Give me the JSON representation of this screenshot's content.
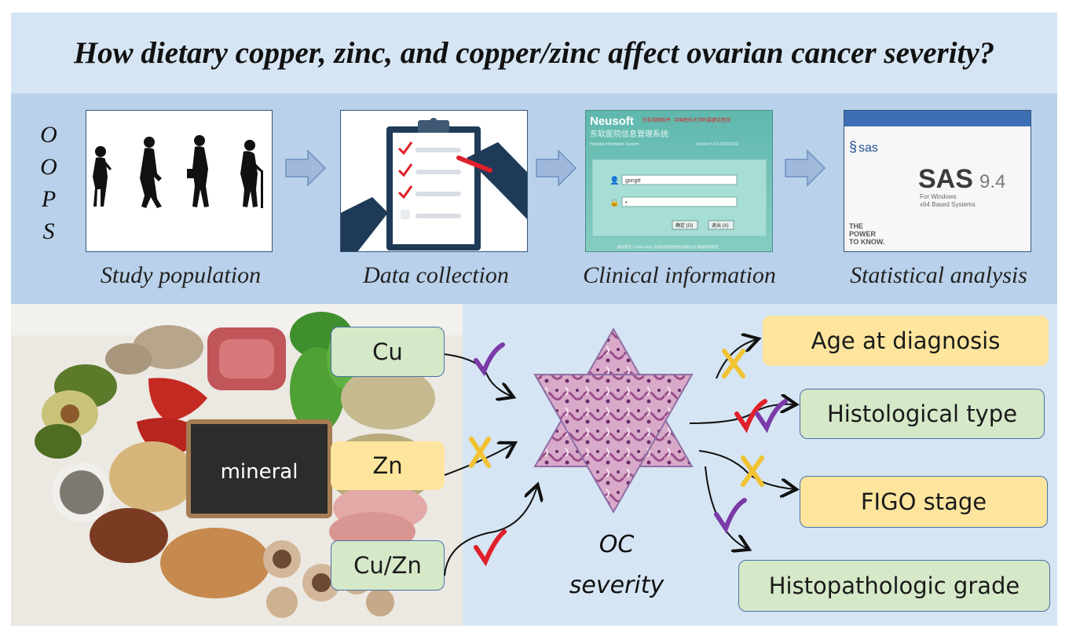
{
  "title": "How dietary copper, zinc, and copper/zinc affect ovarian cancer severity?",
  "oops": [
    "O",
    "O",
    "P",
    "S"
  ],
  "workflow": {
    "steps": [
      {
        "caption": "Study population"
      },
      {
        "caption": "Data collection"
      },
      {
        "caption": "Clinical information"
      },
      {
        "caption": "Statistical analysis"
      }
    ]
  },
  "neusoft_screen": {
    "brand": "Neusoft",
    "red_text_1": "东软视频软件",
    "red_text_2": "中国医科大学附属盛京医院",
    "system_name": "东软医院信息管理系统",
    "system_sub": "Hospital Information System",
    "version": "Version 5.0.0.0(2011/01)",
    "username": "gongtt",
    "password": "•",
    "btn_ok": "确定 (O)",
    "btn_exit": "退出 (X)",
    "footer": "版权所有 © 2006-2011 沈阳东软软件股份有限公司   保留所有权利"
  },
  "sas_screen": {
    "logo": "sas",
    "product": "SAS",
    "version": "9.4",
    "line1": "For Windows",
    "line2": "x64 Based Systems",
    "tagline": [
      "THE",
      "POWER",
      "TO KNOW."
    ]
  },
  "food_photo": {
    "sign_label": "mineral"
  },
  "exposures": [
    {
      "label": "Cu",
      "color": "green"
    },
    {
      "label": "Zn",
      "color": "yellow"
    },
    {
      "label": "Cu/Zn",
      "color": "green"
    }
  ],
  "center_label": [
    "OC",
    "severity"
  ],
  "outcomes": [
    {
      "label": "Age at diagnosis",
      "color": "yellow"
    },
    {
      "label": "Histological type",
      "color": "green"
    },
    {
      "label": "FIGO stage",
      "color": "yellow"
    },
    {
      "label": "Histopathologic grade",
      "color": "green"
    }
  ],
  "colors": {
    "title_band": "#d6e5f3",
    "flow_band": "#b9d1ea",
    "green_box": "#d5e8c8",
    "yellow_box": "#fde59d",
    "check_purple": "#7a3aa8",
    "check_red": "#e0202a",
    "cross_yellow": "#f1c232",
    "flow_arrow": "#9fb8dc"
  }
}
